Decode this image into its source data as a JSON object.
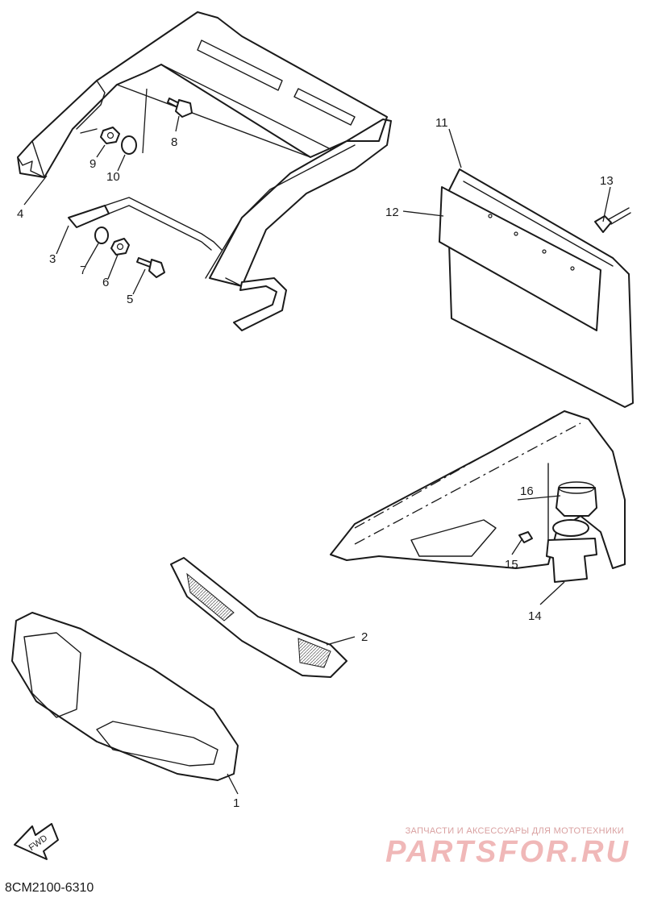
{
  "callouts": [
    "1",
    "2",
    "3",
    "4",
    "5",
    "6",
    "7",
    "8",
    "9",
    "10",
    "11",
    "12",
    "13",
    "14",
    "15",
    "16"
  ],
  "fwd_label": "FWD",
  "diagram_code": "8CM2100-6310",
  "watermark": {
    "tagline": "ЗАПЧАСТИ И АКСЕССУАРЫ ДЛЯ МОТОТЕХНИКИ",
    "brand": "PARTSFOR.RU",
    "color": "#f0b8b8"
  }
}
